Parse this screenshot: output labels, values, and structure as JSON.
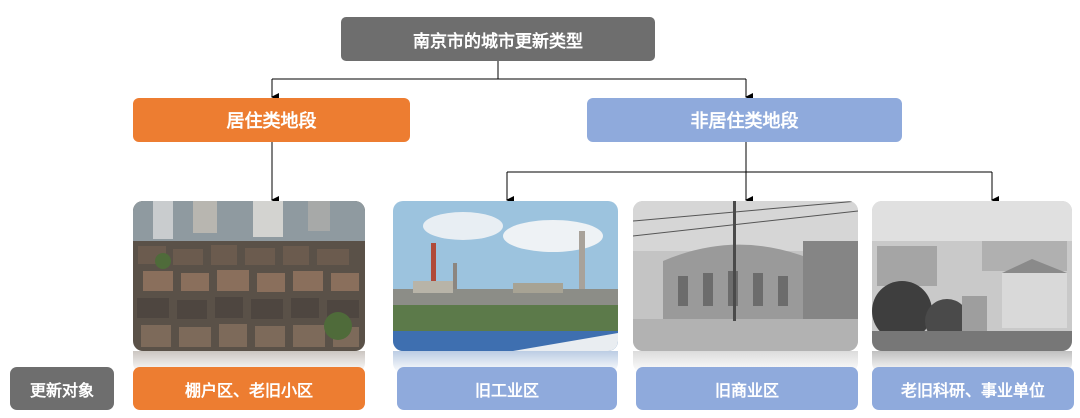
{
  "root": {
    "label": "南京市的城市更新类型"
  },
  "branches": {
    "residential": {
      "label": "居住类地段",
      "color": "#ed7d31"
    },
    "non_residential": {
      "label": "非居住类地段",
      "color": "#8faadc"
    }
  },
  "row_label": "更新对象",
  "objects": [
    {
      "label": "棚户区、老旧小区",
      "image": "residential-aerial-photo"
    },
    {
      "label": "旧工业区",
      "image": "industrial-area-photo"
    },
    {
      "label": "旧商业区",
      "image": "commercial-area-photo"
    },
    {
      "label": "老旧科研、事业单位",
      "image": "research-institute-photo"
    }
  ]
}
